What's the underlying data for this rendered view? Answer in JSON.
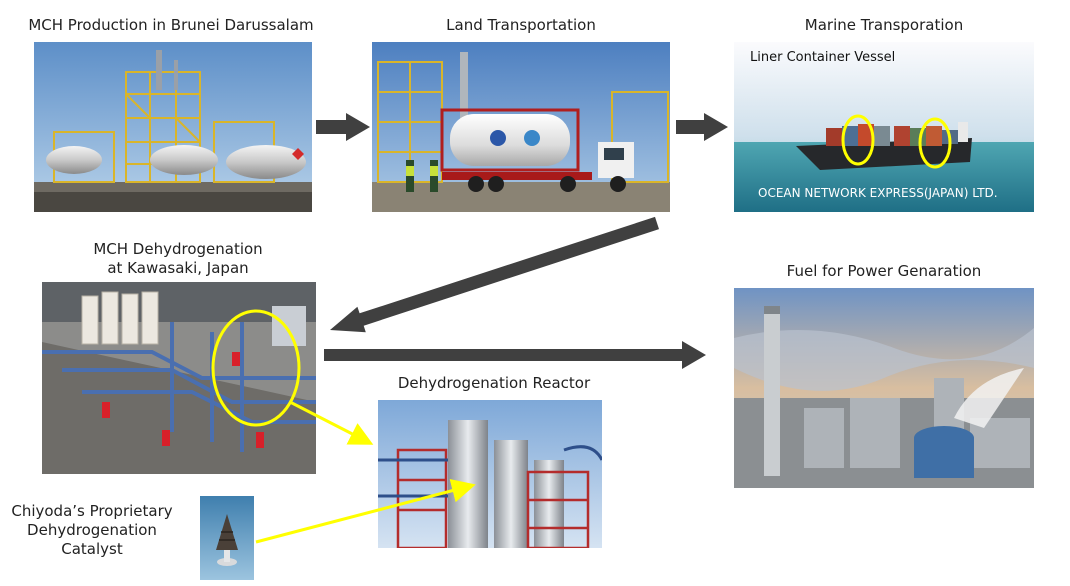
{
  "steps": {
    "production": {
      "label": "MCH Production in Brunei Darussalam"
    },
    "land": {
      "label": "Land Transportation"
    },
    "marine": {
      "label": "Marine Transporation",
      "overlay_title": "Liner Container Vessel",
      "overlay_credit": "OCEAN NETWORK EXPRESS(JAPAN) LTD."
    },
    "dehydrogenation": {
      "label_line1": "MCH Dehydrogenation",
      "label_line2": "at Kawasaki, Japan"
    },
    "reactor": {
      "label": "Dehydrogenation Reactor"
    },
    "power": {
      "label": "Fuel for Power Genaration"
    },
    "catalyst": {
      "label_line1": "Chiyoda’s Proprietary",
      "label_line2": "Dehydrogenation",
      "label_line3": "Catalyst"
    }
  },
  "colors": {
    "flow_arrow": "#404040",
    "highlight": "#ffff00"
  }
}
